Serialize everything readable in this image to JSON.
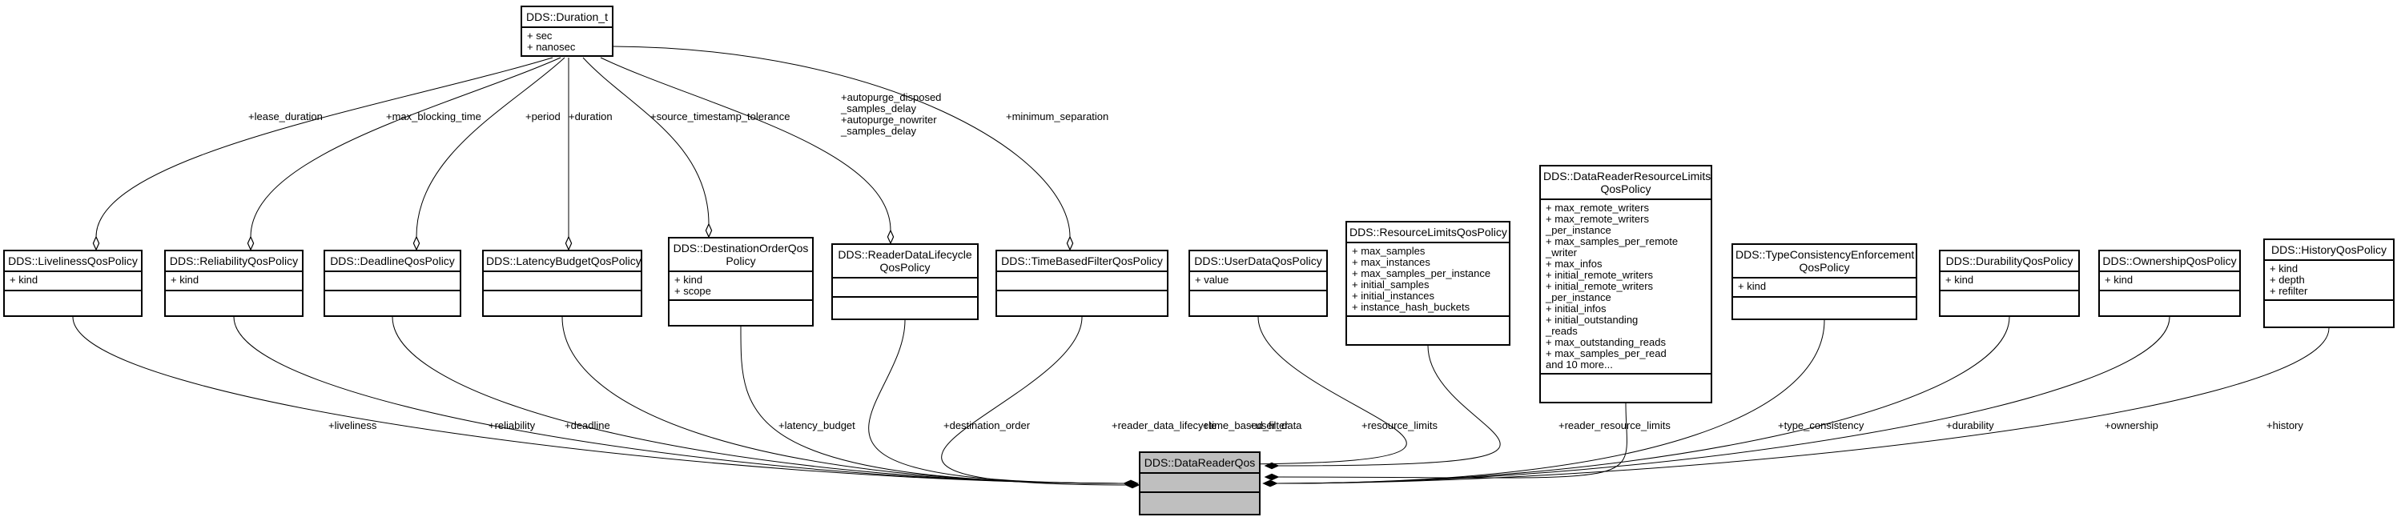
{
  "target": {
    "title": "DDS::DataReaderQos"
  },
  "duration": {
    "title": "DDS::Duration_t",
    "attrs": [
      "+ sec",
      "+ nanosec"
    ]
  },
  "classes": [
    {
      "id": "liveliness",
      "title": "DDS::LivelinessQosPolicy",
      "attrs": [
        "+ kind"
      ],
      "label": "+liveliness"
    },
    {
      "id": "reliability",
      "title": "DDS::ReliabilityQosPolicy",
      "attrs": [
        "+ kind"
      ],
      "label": "+reliability"
    },
    {
      "id": "deadline",
      "title": "DDS::DeadlineQosPolicy",
      "attrs": [],
      "label": "+deadline"
    },
    {
      "id": "latency",
      "title": "DDS::LatencyBudgetQosPolicy",
      "attrs": [],
      "label": "+latency_budget"
    },
    {
      "id": "destorder",
      "title": "DDS::DestinationOrderQos\nPolicy",
      "attrs": [
        "+ kind",
        "+ scope"
      ],
      "label": "+destination_order"
    },
    {
      "id": "readerlife",
      "title": "DDS::ReaderDataLifecycle\nQosPolicy",
      "attrs": [],
      "label": "+reader_data_lifecycle"
    },
    {
      "id": "timefilter",
      "title": "DDS::TimeBasedFilterQosPolicy",
      "attrs": [],
      "label": "+time_based_filter"
    },
    {
      "id": "userdata",
      "title": "DDS::UserDataQosPolicy",
      "attrs": [
        "+ value"
      ],
      "label": "+user_data"
    },
    {
      "id": "reslimits",
      "title": "DDS::ResourceLimitsQosPolicy",
      "attrs": [
        "+ max_samples",
        "+ max_instances",
        "+ max_samples_per_instance",
        "+ initial_samples",
        "+ initial_instances",
        "+ instance_hash_buckets"
      ],
      "label": "+resource_limits"
    },
    {
      "id": "readerres",
      "title": "DDS::DataReaderResourceLimits\nQosPolicy",
      "attrs": [
        "+ max_remote_writers",
        "+ max_remote_writers\n_per_instance",
        "+ max_samples_per_remote\n_writer",
        "+ max_infos",
        "+ initial_remote_writers",
        "+ initial_remote_writers\n_per_instance",
        "+ initial_infos",
        "+ initial_outstanding\n_reads",
        "+ max_outstanding_reads",
        "+ max_samples_per_read",
        "and 10 more..."
      ],
      "label": "+reader_resource_limits"
    },
    {
      "id": "typecons",
      "title": "DDS::TypeConsistencyEnforcement\nQosPolicy",
      "attrs": [
        "+ kind"
      ],
      "label": "+type_consistency"
    },
    {
      "id": "durability",
      "title": "DDS::DurabilityQosPolicy",
      "attrs": [
        "+ kind"
      ],
      "label": "+durability"
    },
    {
      "id": "ownership",
      "title": "DDS::OwnershipQosPolicy",
      "attrs": [
        "+ kind"
      ],
      "label": "+ownership"
    },
    {
      "id": "history",
      "title": "DDS::HistoryQosPolicy",
      "attrs": [
        "+ kind",
        "+ depth",
        "+ refilter"
      ],
      "label": "+history"
    }
  ],
  "duration_links": [
    {
      "id": "liveliness",
      "label": "+lease_duration"
    },
    {
      "id": "reliability",
      "label": "+max_blocking_time"
    },
    {
      "id": "deadline",
      "label": "+period"
    },
    {
      "id": "latency",
      "label": "+duration"
    },
    {
      "id": "destorder",
      "label": "+source_timestamp_tolerance"
    },
    {
      "id": "readerlife",
      "label": "+autopurge_disposed\n_samples_delay\n+autopurge_nowriter\n_samples_delay"
    },
    {
      "id": "timefilter",
      "label": "+minimum_separation"
    }
  ]
}
